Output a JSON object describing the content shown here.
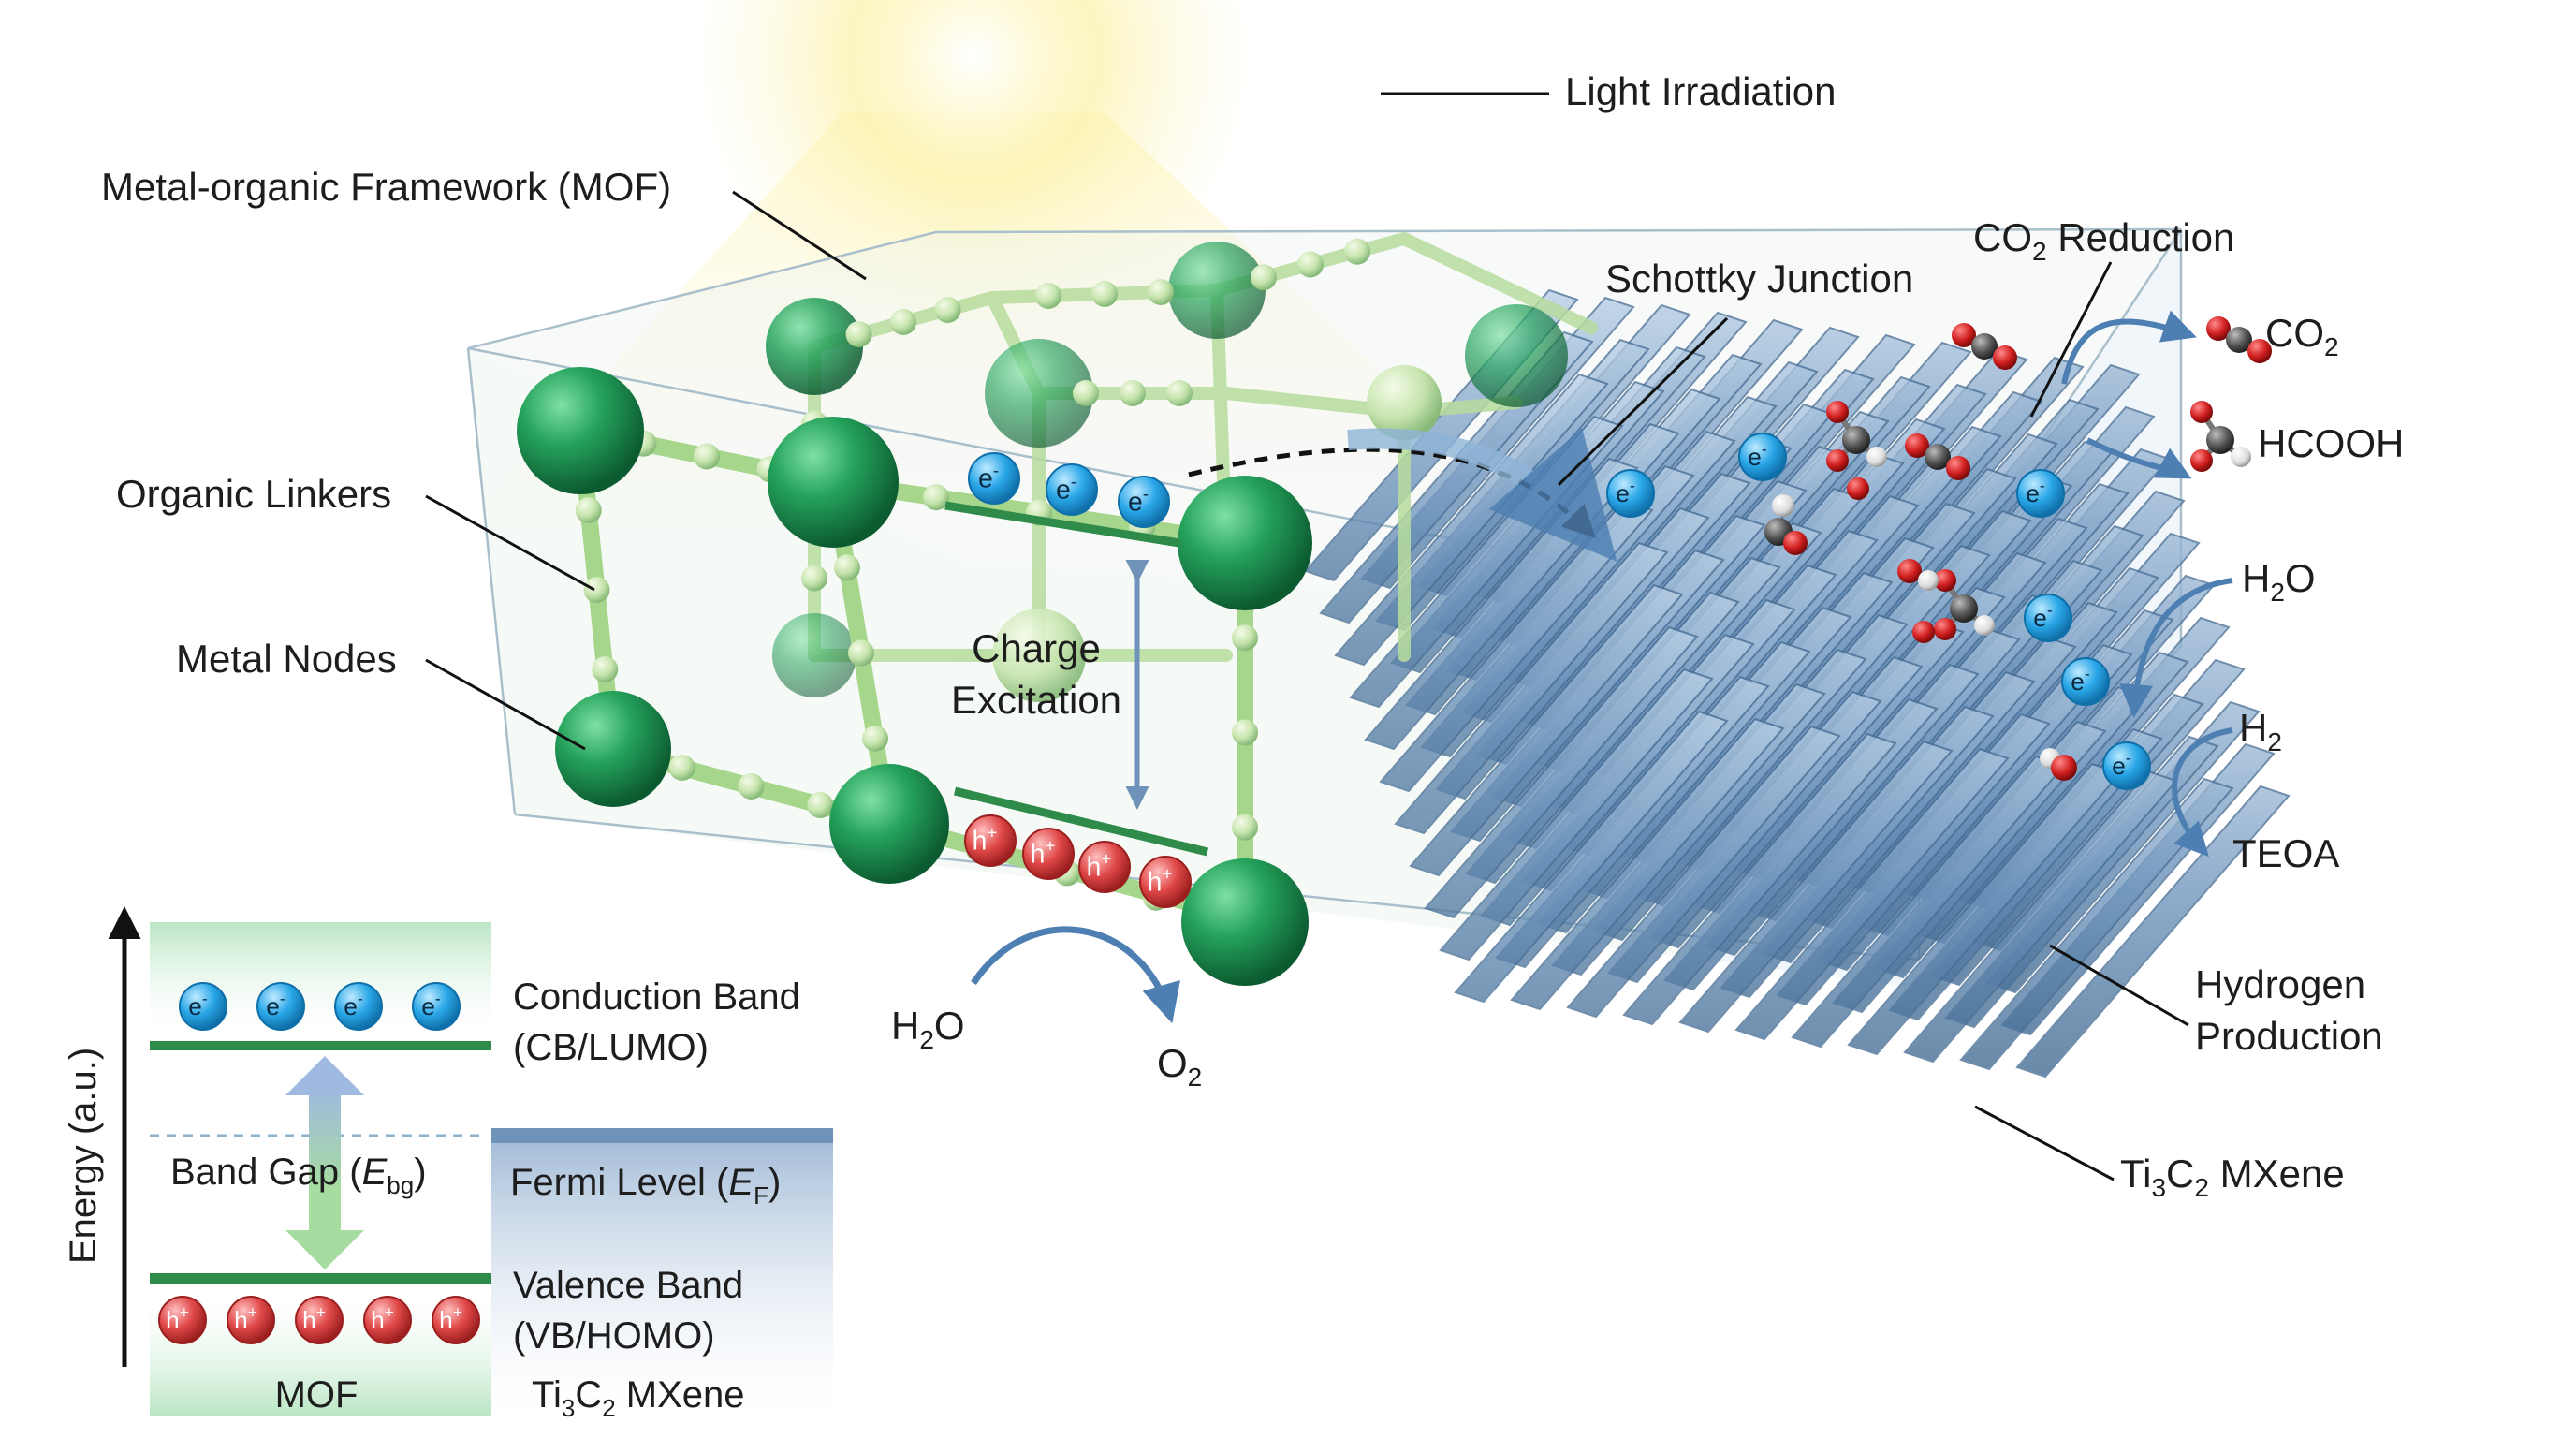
{
  "labels": {
    "light": "Light Irradiation",
    "mof": "Metal-organic Framework (MOF)",
    "linkers": "Organic Linkers",
    "nodes": "Metal Nodes",
    "charge_excitation_1": "Charge",
    "charge_excitation_2": "Excitation",
    "schottky": "Schottky Junction",
    "co2_reduction": "CO",
    "co2_reduction_sub": "2",
    "co2_reduction_tail": " Reduction",
    "co2_product": "CO",
    "co2_product_sub": "2",
    "hcooh": "HCOOH",
    "h2o_right": "H",
    "h2o_right_sub": "2",
    "h2o_right_tail": "O",
    "h2": "H",
    "h2_sub": "2",
    "teoa": "TEOA",
    "hydrogen_1": "Hydrogen",
    "hydrogen_2": "Production",
    "mxene": "Ti",
    "mxene_sub1": "3",
    "mxene_mid": "C",
    "mxene_sub2": "2",
    "mxene_tail": " MXene",
    "h2o_left": "H",
    "h2o_left_sub": "2",
    "h2o_left_tail": "O",
    "o2": "O",
    "o2_sub": "2"
  },
  "band_diagram": {
    "energy_axis": "Energy (a.u.)",
    "cb_1": "Conduction Band",
    "cb_2": "(CB/LUMO)",
    "vb_1": "Valence Band",
    "vb_2": "(VB/HOMO)",
    "band_gap": "Band Gap (",
    "band_gap_sym": "E",
    "band_gap_sub": "bg",
    "band_gap_close": ")",
    "fermi": "Fermi Level (",
    "fermi_sym": "E",
    "fermi_sub": "F",
    "fermi_close": ")",
    "mof_label": "MOF",
    "mxene_label": "Ti",
    "mxene_sub1": "3",
    "mxene_mid": "C",
    "mxene_sub2": "2",
    "mxene_tail": " MXene"
  },
  "carriers": {
    "electron": "e",
    "electron_sup": "-",
    "hole": "h",
    "hole_sup": "+"
  },
  "colors": {
    "node_green": "#1f9a55",
    "band_green": "#2e8b4a",
    "electron_blue": "#2aa7e8",
    "hole_red": "#e04848",
    "mxene_blue": "#6f95bd",
    "arrow_blue": "#4d7fb2"
  }
}
